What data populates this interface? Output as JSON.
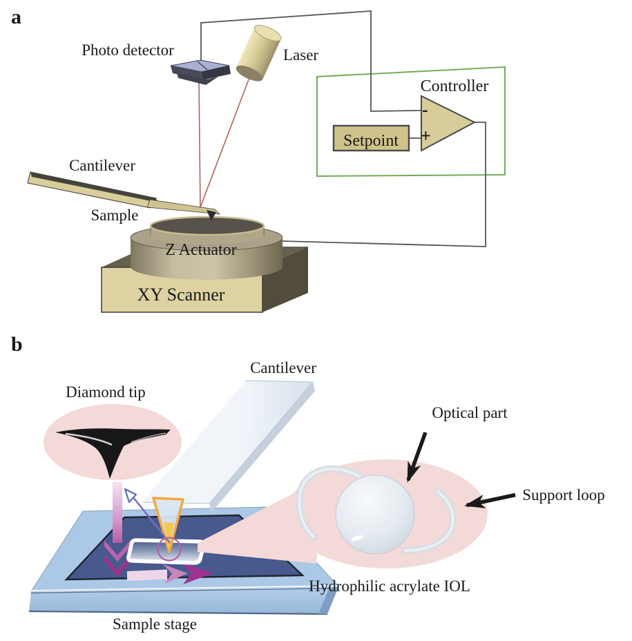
{
  "panel_a": {
    "tag": "a",
    "labels": {
      "photo_detector": "Photo detector",
      "laser": "Laser",
      "controller": "Controller",
      "setpoint": "Setpoint",
      "cantilever": "Cantilever",
      "sample": "Sample",
      "z_actuator": "Z Actuator",
      "xy_scanner": "XY Scanner"
    },
    "op_amp": {
      "minus": "-",
      "plus": "+"
    }
  },
  "panel_b": {
    "tag": "b",
    "labels": {
      "cantilever": "Cantilever",
      "diamond_tip": "Diamond tip",
      "optical_part": "Optical part",
      "support_loop": "Support loop",
      "iol": "Hydrophilic acrylate IOL",
      "sample_stage": "Sample stage"
    }
  },
  "colors": {
    "feedback_box_green": "#74ab58",
    "component_tan": "#d6ca96",
    "laser_beam_red": "#b2625e",
    "detector_lavender": "#a9b0d4",
    "tissue_pink": "#f3d9d7",
    "stage_blue": "#a9c6e4",
    "recess_navy": "#46598c",
    "scan_arrow_magenta": "#a23a8e",
    "tip_cone_orange": "#f0a73c",
    "cantilever_blue": "#dfe8f3"
  }
}
